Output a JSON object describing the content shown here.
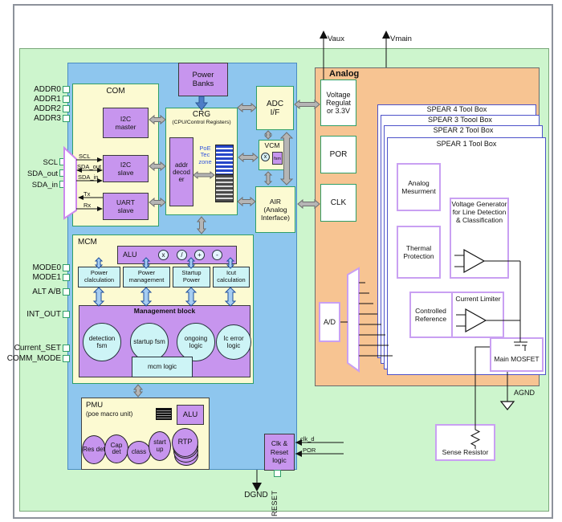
{
  "colors": {
    "green_bg": "#cdf5cd",
    "blue_bg": "#8ec6ee",
    "orange_bg": "#f7c492",
    "yellow": "#fcfad2",
    "purple": "#c795ee",
    "cyan": "#cdf4f6",
    "green_border": "#2f9e68",
    "purple_border": "#c9a0f2",
    "spear_border": "#4d52c9"
  },
  "top": {
    "vaux": "Vaux",
    "vmain": "Vmain"
  },
  "left_pins": {
    "addr": [
      "ADDR0",
      "ADDR1",
      "ADDR2",
      "ADDR3"
    ],
    "serial": [
      "SCL",
      "SDA_out",
      "SDA_in"
    ],
    "mode": [
      "MODE0",
      "MODE1"
    ],
    "alt_ab": "ALT A/B",
    "int_out": "INT_OUT",
    "current_set": "Current_SET",
    "comm_mode": "COMM_MODE"
  },
  "com": {
    "title": "COM",
    "i2c_master": "I2C master",
    "i2c_slave": "I2C slave",
    "uart_slave": "UART slave",
    "sig_scl": "SCL",
    "sig_sda_out": "SDA_out",
    "sig_sda_in": "SDA_in",
    "sig_tx": "Tx",
    "sig_rx": "Rx"
  },
  "power_banks": "Power Banks",
  "crg": {
    "title": "CRG",
    "subtitle": "(CPU/Control Registers)",
    "addr_decoder": "addr decoder",
    "poe_zone": "PoE Tec zone"
  },
  "adc_if": "ADC I/F",
  "vcm": {
    "title": "VCM",
    "op": "x",
    "fsm": "fsm"
  },
  "air": "AIR (Analog Interface)",
  "mcm": {
    "title": "MCM",
    "alu": "ALU",
    "ops": [
      "x",
      "/",
      "+",
      "-"
    ],
    "units": [
      "Power clalculation",
      "Power management",
      "Startup Power",
      "Icut calculation"
    ],
    "management": "Management block",
    "blocks": [
      "detection fsm",
      "startup fsm",
      "ongoing logic",
      "Ic error logic"
    ],
    "mcm_logic": "mcm logic"
  },
  "pmu": {
    "title": "PMU",
    "subtitle": "(poe macro unit)",
    "alu": "ALU",
    "units": [
      "Res det",
      "Cap det",
      "class",
      "start up",
      "RTP"
    ]
  },
  "clk_reset": "Clk & Reset logic",
  "signals": {
    "clk_d": "clk_d",
    "por": "POR",
    "reset": "RESET",
    "dgnd": "DGND",
    "agnd": "AGND"
  },
  "analog": {
    "title": "Analog",
    "vreg": "Voltage Regulat or 3.3V",
    "por": "POR",
    "clk": "CLK",
    "ad": "A/D",
    "spears": [
      "SPEAR 4 Tool Box",
      "SPEAR 3 Toool Box",
      "SPEAR 2 Tool Box",
      "SPEAR 1 Tool Box"
    ],
    "analog_measurement": "Analog Mesurment",
    "thermal": "Thermal Protection",
    "vgen": "Voltage Generator for Line Detection & Classification",
    "controlled_ref": "Controlled Reference",
    "current_limiter": "Current Limiter",
    "main_mosfet": "Main MOSFET",
    "sense_resistor": "Sense Resistor"
  }
}
